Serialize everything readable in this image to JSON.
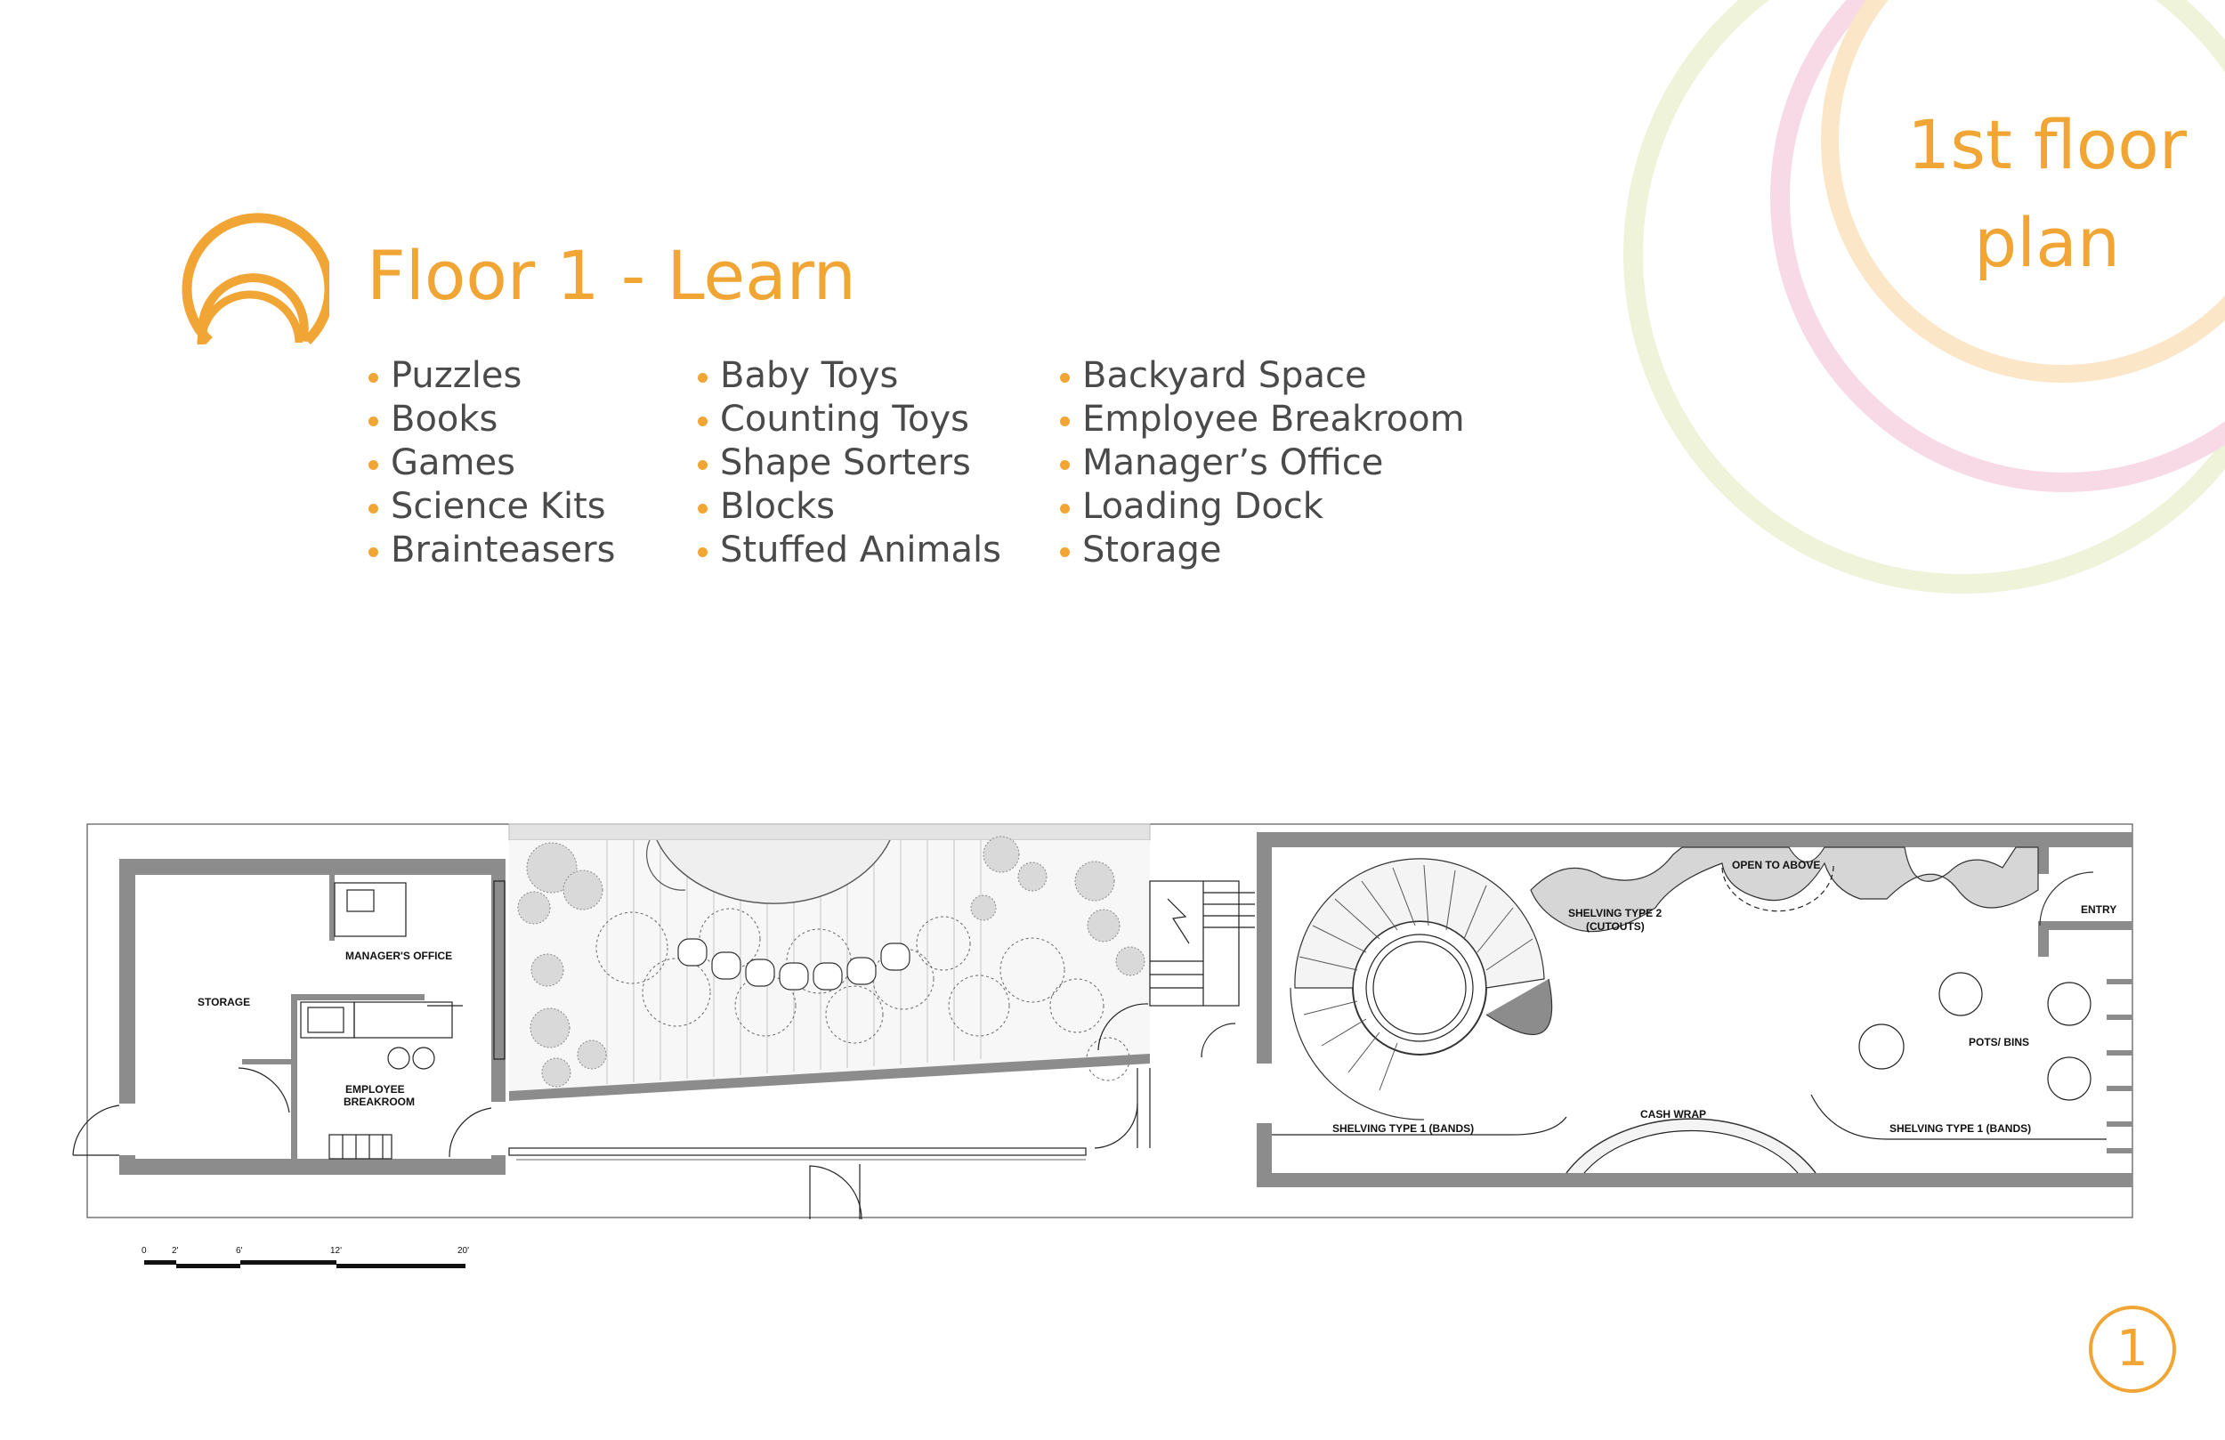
{
  "header": {
    "title": "Floor 1 - Learn",
    "corner_title_line1": "1st floor",
    "corner_title_line2": "plan"
  },
  "lists": {
    "col1": [
      "Puzzles",
      "Books",
      "Games",
      "Science Kits",
      "Brainteasers"
    ],
    "col2": [
      "Baby Toys",
      "Counting Toys",
      "Shape Sorters",
      "Blocks",
      "Stuffed Animals"
    ],
    "col3": [
      "Backyard Space",
      "Employee Breakroom",
      "Manager’s Office",
      "Loading Dock",
      "Storage"
    ]
  },
  "plan": {
    "labels": {
      "storage": "STORAGE",
      "managers_office": "MANAGER'S OFFICE",
      "employee_breakroom_1": "EMPLOYEE",
      "employee_breakroom_2": "BREAKROOM",
      "open_to_above": "OPEN TO ABOVE",
      "shelving_type2_1": "SHELVING TYPE 2",
      "shelving_type2_2": "(CUTOUTS)",
      "entry": "ENTRY",
      "pots_bins": "POTS/ BINS",
      "cash_wrap": "CASH WRAP",
      "shelving_type1_left": "SHELVING TYPE 1 (BANDS)",
      "shelving_type1_right": "SHELVING TYPE 1 (BANDS)"
    },
    "scale": [
      "0",
      "2'",
      "6'",
      "12'",
      "20'"
    ]
  },
  "page_number": "1",
  "colors": {
    "accent_orange": "#f0a535",
    "ring_green": "#eef3d9",
    "ring_pink": "#f8d9e6",
    "ring_peach": "#fbe6c8",
    "text_gray": "#4a4a4a",
    "wall_gray": "#8c8c8c"
  },
  "icons": {
    "logo": "concentric-arcs-logo-icon"
  }
}
